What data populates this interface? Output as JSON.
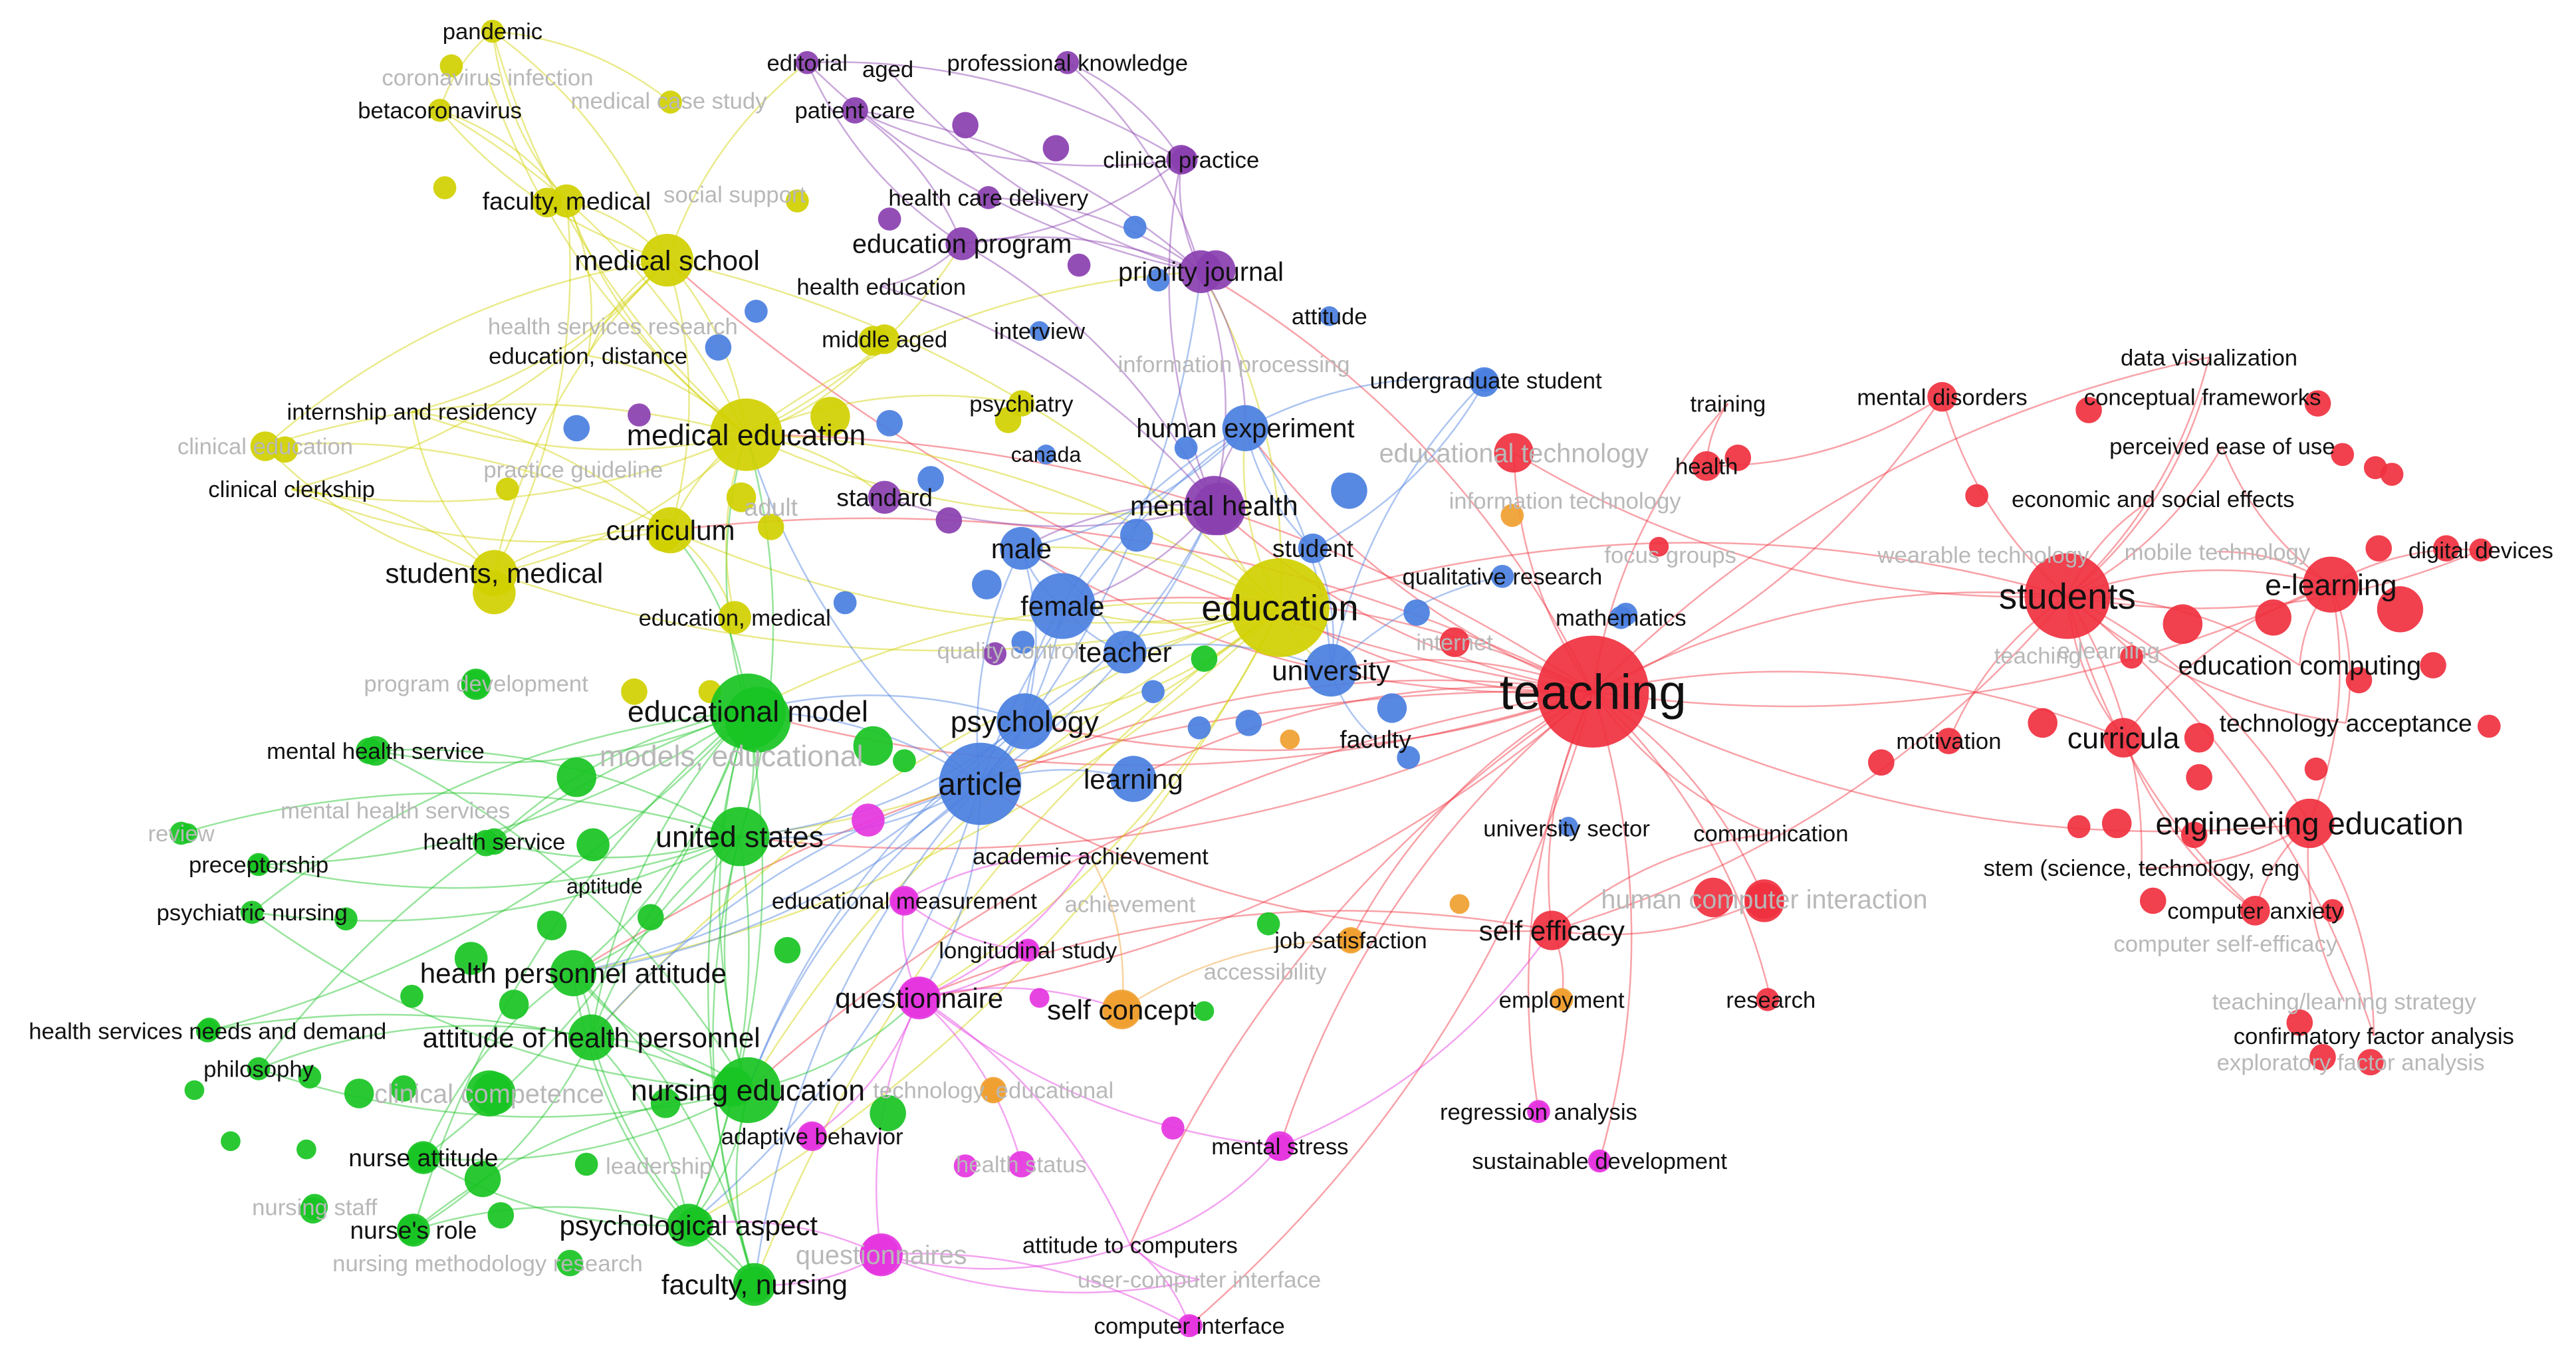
{
  "colors": {
    "red": "#f0303f",
    "blue": "#4a7fe0",
    "green": "#18c423",
    "yellow": "#d0d000",
    "purple": "#8a3fb0",
    "magenta": "#e535e0",
    "orange": "#f0a030",
    "faded": "#b8b8b8",
    "text": "#111111"
  },
  "nodes": [
    {
      "id": "teaching",
      "label": "teaching",
      "c": "red",
      "big": true
    },
    {
      "id": "students",
      "label": "students",
      "c": "red",
      "big": true
    },
    {
      "id": "elearning",
      "label": "e-learning",
      "c": "red",
      "big": true
    },
    {
      "id": "eduComputing",
      "label": "education computing",
      "c": "red"
    },
    {
      "id": "techAccept",
      "label": "technology acceptance",
      "c": "red"
    },
    {
      "id": "curricula",
      "label": "curricula",
      "c": "red",
      "big": true
    },
    {
      "id": "engEdu",
      "label": "engineering education",
      "c": "red",
      "big": true
    },
    {
      "id": "stem",
      "label": "stem (science, technology, eng",
      "c": "red"
    },
    {
      "id": "compAnx",
      "label": "computer anxiety",
      "c": "red"
    },
    {
      "id": "compSelfEff",
      "label": "computer self-efficacy",
      "c": "red",
      "faded": true
    },
    {
      "id": "tlStrategy",
      "label": "teaching/learning strategy",
      "c": "red",
      "faded": true
    },
    {
      "id": "cfa",
      "label": "confirmatory factor analysis",
      "c": "red"
    },
    {
      "id": "efa",
      "label": "exploratory factor analysis",
      "c": "red",
      "faded": true
    },
    {
      "id": "dataViz",
      "label": "data visualization",
      "c": "red"
    },
    {
      "id": "concFrame",
      "label": "conceptual frameworks",
      "c": "red"
    },
    {
      "id": "mentalDis",
      "label": "mental disorders",
      "c": "red"
    },
    {
      "id": "training",
      "label": "training",
      "c": "red"
    },
    {
      "id": "health",
      "label": "health",
      "c": "red"
    },
    {
      "id": "eduTech",
      "label": "educational technology",
      "c": "red",
      "faded": true
    },
    {
      "id": "infoTech",
      "label": "information technology",
      "c": "red",
      "faded": true
    },
    {
      "id": "perceivedEase",
      "label": "perceived ease of use",
      "c": "red"
    },
    {
      "id": "econSocial",
      "label": "economic and social effects",
      "c": "red"
    },
    {
      "id": "wearable",
      "label": "wearable technology",
      "c": "red",
      "faded": true
    },
    {
      "id": "mobileTech",
      "label": "mobile technology",
      "c": "red",
      "faded": true
    },
    {
      "id": "digitalDev",
      "label": "digital devices",
      "c": "red"
    },
    {
      "id": "motivation",
      "label": "motivation",
      "c": "red"
    },
    {
      "id": "selfEfficacy",
      "label": "self efficacy",
      "c": "red",
      "big": true
    },
    {
      "id": "research",
      "label": "research",
      "c": "red"
    },
    {
      "id": "communication",
      "label": "communication",
      "c": "red"
    },
    {
      "id": "hci",
      "label": "human computer interaction",
      "c": "red",
      "faded": true
    },
    {
      "id": "internet",
      "label": "internet",
      "c": "red",
      "faded": true
    },
    {
      "id": "mathematics",
      "label": "mathematics",
      "c": "blue"
    },
    {
      "id": "univSector",
      "label": "university sector",
      "c": "blue"
    },
    {
      "id": "qualResearch",
      "label": "qualitative research",
      "c": "blue"
    },
    {
      "id": "focusGroups",
      "label": "focus groups",
      "c": "blue",
      "faded": true
    },
    {
      "id": "student",
      "label": "student",
      "c": "blue"
    },
    {
      "id": "undergrad",
      "label": "undergraduate student",
      "c": "blue"
    },
    {
      "id": "attitude",
      "label": "attitude",
      "c": "blue"
    },
    {
      "id": "infoProc",
      "label": "information processing",
      "c": "blue",
      "faded": true
    },
    {
      "id": "humanExp",
      "label": "human experiment",
      "c": "blue",
      "big": true
    },
    {
      "id": "mentalHealth",
      "label": "mental health",
      "c": "purple",
      "big": true
    },
    {
      "id": "male",
      "label": "male",
      "c": "blue",
      "big": true
    },
    {
      "id": "female",
      "label": "female",
      "c": "blue",
      "big": true
    },
    {
      "id": "teacher",
      "label": "teacher",
      "c": "blue",
      "big": true
    },
    {
      "id": "university",
      "label": "university",
      "c": "blue",
      "big": true
    },
    {
      "id": "faculty",
      "label": "faculty",
      "c": "blue"
    },
    {
      "id": "psychology",
      "label": "psychology",
      "c": "blue",
      "big": true
    },
    {
      "id": "article",
      "label": "article",
      "c": "blue",
      "big": true
    },
    {
      "id": "learning",
      "label": "learning",
      "c": "blue",
      "big": true
    },
    {
      "id": "qualityControl",
      "label": "quality control",
      "c": "blue",
      "faded": true
    },
    {
      "id": "interview",
      "label": "interview",
      "c": "blue"
    },
    {
      "id": "education",
      "label": "education",
      "c": "yellow",
      "big": true
    },
    {
      "id": "medEdu",
      "label": "medical education",
      "c": "yellow",
      "big": true
    },
    {
      "id": "medSchool",
      "label": "medical school",
      "c": "yellow",
      "big": true
    },
    {
      "id": "facMed",
      "label": "faculty, medical",
      "c": "yellow"
    },
    {
      "id": "curriculum",
      "label": "curriculum",
      "c": "yellow",
      "big": true
    },
    {
      "id": "studMed",
      "label": "students, medical",
      "c": "yellow",
      "big": true
    },
    {
      "id": "eduMed",
      "label": "education, medical",
      "c": "yellow"
    },
    {
      "id": "internship",
      "label": "internship and residency",
      "c": "yellow"
    },
    {
      "id": "clinEdu",
      "label": "clinical education",
      "c": "yellow",
      "faded": true
    },
    {
      "id": "clinClerk",
      "label": "clinical clerkship",
      "c": "yellow"
    },
    {
      "id": "eduDist",
      "label": "education, distance",
      "c": "yellow"
    },
    {
      "id": "pandemic",
      "label": "pandemic",
      "c": "yellow"
    },
    {
      "id": "coronaInf",
      "label": "coronavirus infection",
      "c": "yellow",
      "faded": true
    },
    {
      "id": "betacorona",
      "label": "betacoronavirus",
      "c": "yellow"
    },
    {
      "id": "socialSupport",
      "label": "social support",
      "c": "yellow",
      "faded": true
    },
    {
      "id": "practiceGuide",
      "label": "practice guideline",
      "c": "yellow",
      "faded": true
    },
    {
      "id": "adult",
      "label": "adult",
      "c": "yellow",
      "faded": true
    },
    {
      "id": "middleAged",
      "label": "middle aged",
      "c": "yellow"
    },
    {
      "id": "psychiatry",
      "label": "psychiatry",
      "c": "yellow"
    },
    {
      "id": "canada",
      "label": "canada",
      "c": "blue"
    },
    {
      "id": "hsResearch",
      "label": "health services research",
      "c": "yellow",
      "faded": true
    },
    {
      "id": "editorial",
      "label": "editorial",
      "c": "purple"
    },
    {
      "id": "aged",
      "label": "aged",
      "c": "purple"
    },
    {
      "id": "profKnow",
      "label": "professional knowledge",
      "c": "purple"
    },
    {
      "id": "patientCare",
      "label": "patient care",
      "c": "purple"
    },
    {
      "id": "clinPractice",
      "label": "clinical practice",
      "c": "purple"
    },
    {
      "id": "hcDelivery",
      "label": "health care delivery",
      "c": "purple"
    },
    {
      "id": "eduProgram",
      "label": "education program",
      "c": "purple"
    },
    {
      "id": "priorityJ",
      "label": "priority journal",
      "c": "purple",
      "big": true
    },
    {
      "id": "healthEdu",
      "label": "health education",
      "c": "purple"
    },
    {
      "id": "standard",
      "label": "standard",
      "c": "purple"
    },
    {
      "id": "eduModel",
      "label": "educational model",
      "c": "green",
      "big": true
    },
    {
      "id": "modelsEdu",
      "label": "models, educational",
      "c": "green",
      "faded": true,
      "big": true
    },
    {
      "id": "us",
      "label": "united states",
      "c": "green",
      "big": true
    },
    {
      "id": "progDev",
      "label": "program development",
      "c": "green",
      "faded": true
    },
    {
      "id": "mhService",
      "label": "mental health service",
      "c": "green"
    },
    {
      "id": "mhServices",
      "label": "mental health services",
      "c": "green",
      "faded": true
    },
    {
      "id": "review",
      "label": "review",
      "c": "green",
      "faded": true
    },
    {
      "id": "preceptorship",
      "label": "preceptorship",
      "c": "green"
    },
    {
      "id": "healthService",
      "label": "health service",
      "c": "green"
    },
    {
      "id": "psychNursing",
      "label": "psychiatric nursing",
      "c": "green"
    },
    {
      "id": "aptitude",
      "label": "aptitude",
      "c": "green"
    },
    {
      "id": "hpAttitude",
      "label": "health personnel attitude",
      "c": "green",
      "big": true
    },
    {
      "id": "attHP",
      "label": "attitude of health personnel",
      "c": "green",
      "big": true
    },
    {
      "id": "hsNeeds",
      "label": "health services needs and demand",
      "c": "green"
    },
    {
      "id": "philosophy",
      "label": "philosophy",
      "c": "green"
    },
    {
      "id": "clinCompetence",
      "label": "clinical competence",
      "c": "green",
      "faded": true
    },
    {
      "id": "nursingEdu",
      "label": "nursing education",
      "c": "green",
      "big": true
    },
    {
      "id": "nurseAttitude",
      "label": "nurse attitude",
      "c": "green"
    },
    {
      "id": "leadership",
      "label": "leadership",
      "c": "green",
      "faded": true
    },
    {
      "id": "nursingStaff",
      "label": "nursing staff",
      "c": "green",
      "faded": true
    },
    {
      "id": "nursesRole",
      "label": "nurse's role",
      "c": "green"
    },
    {
      "id": "nursingMethod",
      "label": "nursing methodology research",
      "c": "green",
      "faded": true
    },
    {
      "id": "psychAspect",
      "label": "psychological aspect",
      "c": "green",
      "big": true
    },
    {
      "id": "facNursing",
      "label": "faculty, nursing",
      "c": "green",
      "big": true
    },
    {
      "id": "questionnaires",
      "label": "questionnaires",
      "c": "magenta",
      "faded": true
    },
    {
      "id": "academicAch",
      "label": "academic achievement",
      "c": "magenta"
    },
    {
      "id": "eduMeasure",
      "label": "educational measurement",
      "c": "magenta"
    },
    {
      "id": "achievement",
      "label": "achievement",
      "c": "magenta",
      "faded": true
    },
    {
      "id": "longStudy",
      "label": "longitudinal study",
      "c": "magenta"
    },
    {
      "id": "questionnaire",
      "label": "questionnaire",
      "c": "magenta",
      "big": true
    },
    {
      "id": "selfConcept",
      "label": "self concept",
      "c": "orange",
      "big": true
    },
    {
      "id": "techEdu",
      "label": "technology, educational",
      "c": "orange",
      "faded": true
    },
    {
      "id": "adaptiveBeh",
      "label": "adaptive behavior",
      "c": "magenta"
    },
    {
      "id": "mentalStress",
      "label": "mental stress",
      "c": "magenta"
    },
    {
      "id": "healthStatus",
      "label": "health status",
      "c": "magenta",
      "faded": true
    },
    {
      "id": "attComp",
      "label": "attitude to computers",
      "c": "magenta"
    },
    {
      "id": "userCompIf",
      "label": "user-computer interface",
      "c": "magenta",
      "faded": true
    },
    {
      "id": "compIf",
      "label": "computer interface",
      "c": "magenta"
    },
    {
      "id": "regression",
      "label": "regression analysis",
      "c": "magenta"
    },
    {
      "id": "sustainable",
      "label": "sustainable development",
      "c": "magenta"
    },
    {
      "id": "jobSat",
      "label": "job satisfaction",
      "c": "orange"
    },
    {
      "id": "employment",
      "label": "employment",
      "c": "orange"
    },
    {
      "id": "accessibility",
      "label": "accessibility",
      "c": "green",
      "faded": true
    },
    {
      "id": "medCase",
      "label": "medical case study",
      "c": "yellow",
      "faded": true
    },
    {
      "id": "teachingCase",
      "label": "teaching",
      "c": "red",
      "faded": true
    },
    {
      "id": "curriculumDev",
      "label": "e-learning",
      "c": "red",
      "faded": true
    }
  ]
}
